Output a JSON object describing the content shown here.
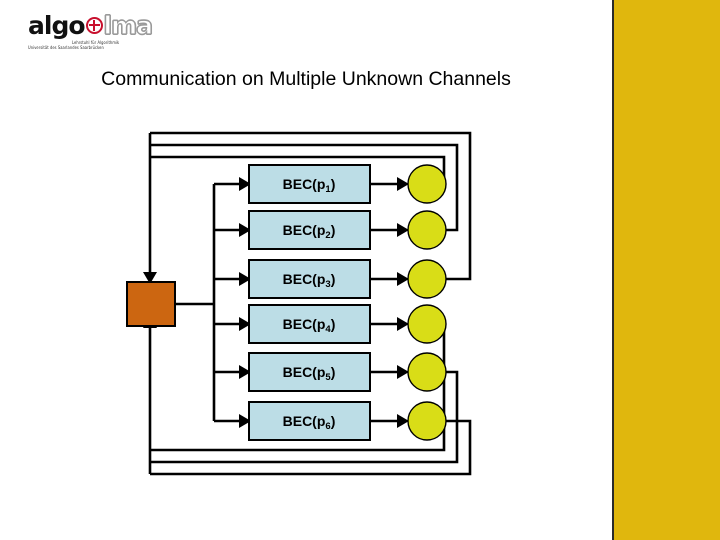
{
  "logo": {
    "word_left": "algo",
    "mark": "circled-plus-mark",
    "word_right": "lma",
    "subtitle_line1": "Lehrstuhl für Algorithmik",
    "subtitle_line2": "Universität des Saarlandes Saarbrücken"
  },
  "title": "Communication on Multiple Unknown Channels",
  "diagram": {
    "source_node": "sender",
    "channels": [
      {
        "label_prefix": "BEC(p",
        "index": "1",
        "label_suffix": ")"
      },
      {
        "label_prefix": "BEC(p",
        "index": "2",
        "label_suffix": ")"
      },
      {
        "label_prefix": "BEC(p",
        "index": "3",
        "label_suffix": ")"
      },
      {
        "label_prefix": "BEC(p",
        "index": "4",
        "label_suffix": ")"
      },
      {
        "label_prefix": "BEC(p",
        "index": "5",
        "label_suffix": ")"
      },
      {
        "label_prefix": "BEC(p",
        "index": "6",
        "label_suffix": ")"
      }
    ],
    "receiver_count": 6,
    "feedback_top_count": 3,
    "feedback_bottom_count": 3
  },
  "colors": {
    "sidebar": "#e0b70d",
    "channel_box": "#bcdde6",
    "receiver_node": "#d9dd17",
    "source_box": "#cc6611",
    "logo_accent": "#c8102e",
    "wire": "#000000"
  }
}
